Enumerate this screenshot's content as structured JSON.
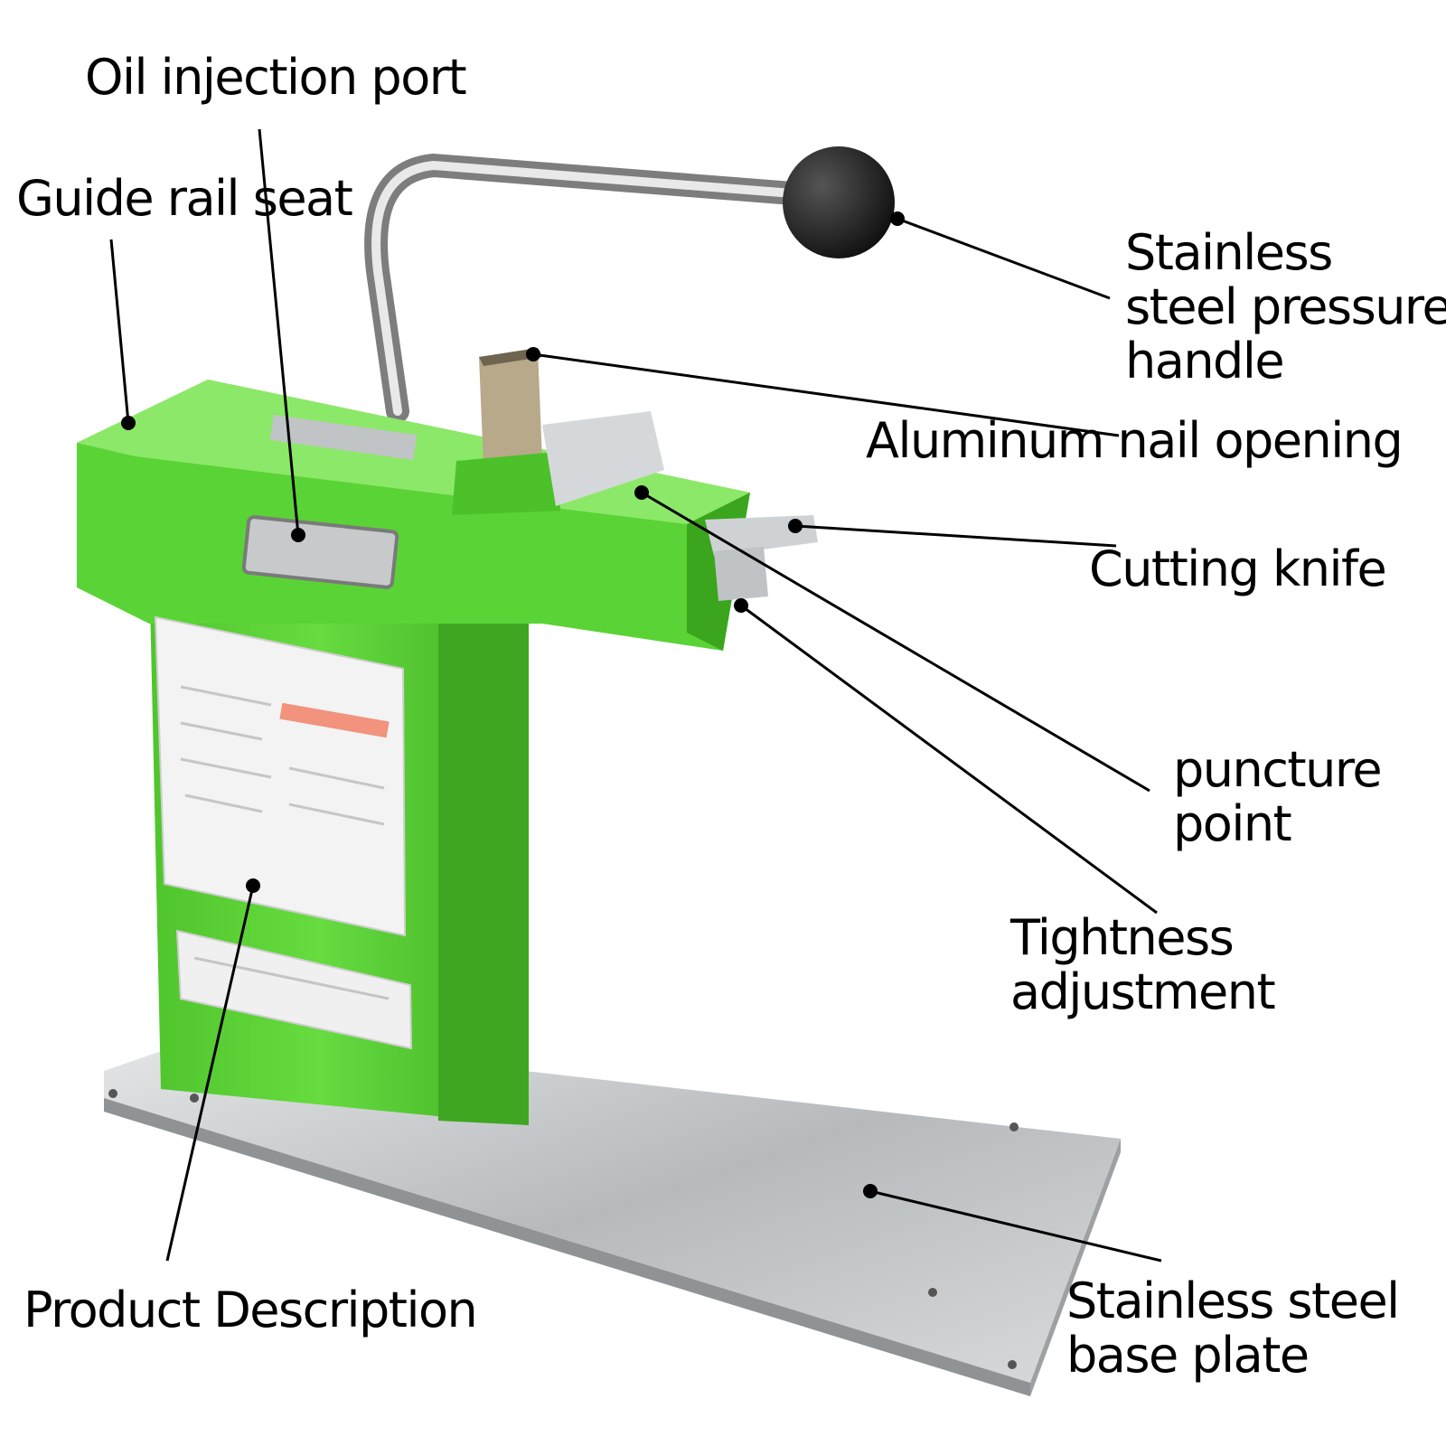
{
  "colors": {
    "machine_green": "#5ad336",
    "machine_green_dark": "#3aa51d",
    "machine_green_light": "#8ce868",
    "steel": "#c9ccce",
    "steel_dark": "#8f9396",
    "knob": "#202020",
    "leader_line": "#000000"
  },
  "labels": {
    "oil_injection_port": "Oil injection port",
    "guide_rail_seat": "Guide rail seat",
    "pressure_handle": [
      "Stainless",
      "steel pressure",
      "handle"
    ],
    "aluminum_nail_opening": "Aluminum nail opening",
    "cutting_knife": "Cutting knife",
    "puncture_point": [
      "puncture",
      "point"
    ],
    "tightness_adjustment": [
      "Tightness",
      "adjustment"
    ],
    "product_description": "Product Description",
    "base_plate": [
      "Stainless steel",
      "base plate"
    ]
  }
}
